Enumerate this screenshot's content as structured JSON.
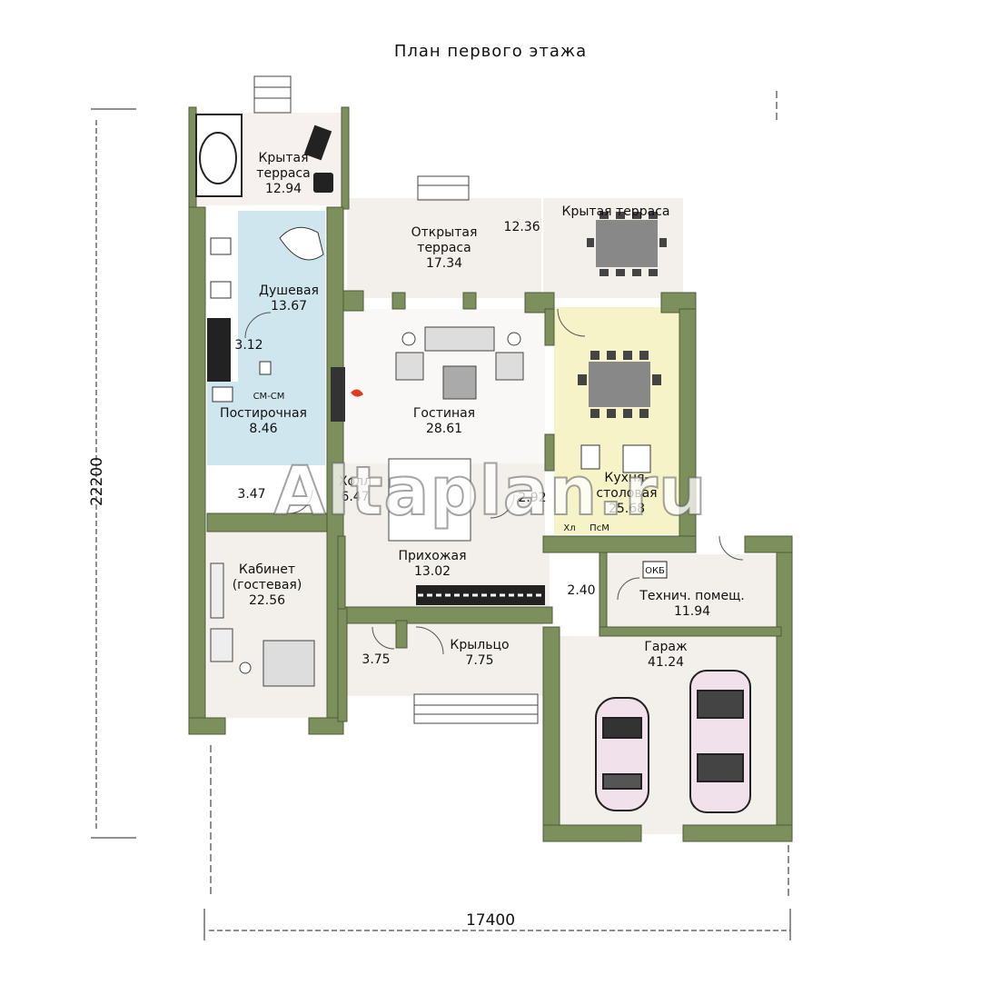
{
  "title": "План первого этажа",
  "dimensions": {
    "width_label": "17400",
    "height_label": "22200"
  },
  "watermark": "Altaplan.ru",
  "rooms": {
    "terrace_covered_left": {
      "name": "Крытая\nтерраса",
      "area": "12.94"
    },
    "terrace_open": {
      "name": "Открытая\nтерраса",
      "area": "17.34"
    },
    "terrace_covered_right": {
      "name": "Крытая терраса",
      "area": "12.36"
    },
    "shower": {
      "name": "Душевая",
      "area": "13.67"
    },
    "small_312": {
      "area": "3.12"
    },
    "laundry": {
      "name": "Постирочная",
      "area": "8.46"
    },
    "living": {
      "name": "Гостиная",
      "area": "28.61"
    },
    "kitchen": {
      "name": "Кухня-\nстоловая",
      "area": "25.68"
    },
    "hall": {
      "name": "Холл",
      "area": "6.47"
    },
    "wc_347": {
      "area": "3.47"
    },
    "closet_292": {
      "area": "2.92"
    },
    "office": {
      "name": "Кабинет\n(гостевая)",
      "area": "22.56"
    },
    "entry": {
      "name": "Прихожая",
      "area": "13.02"
    },
    "store_240": {
      "area": "2.40"
    },
    "tech": {
      "name": "Технич. помещ.",
      "area": "11.94"
    },
    "vestibule_375": {
      "area": "3.75"
    },
    "porch": {
      "name": "Крыльцо",
      "area": "7.75"
    },
    "garage": {
      "name": "Гараж",
      "area": "41.24"
    }
  },
  "fixtures": {
    "boiler": "ОКБ",
    "kitchen_hl": "Хл",
    "kitchen_psm": "ПсМ",
    "washer": "СМ-СМ"
  },
  "colors": {
    "wall": "#7c8f5d",
    "wall_dark": "#5d6e44",
    "floor": "#f3efea",
    "wet": "#cfe6ee",
    "kitchen": "#f7f3c9",
    "terrace": "#f6f1ee",
    "car": "#f1e1ea"
  }
}
